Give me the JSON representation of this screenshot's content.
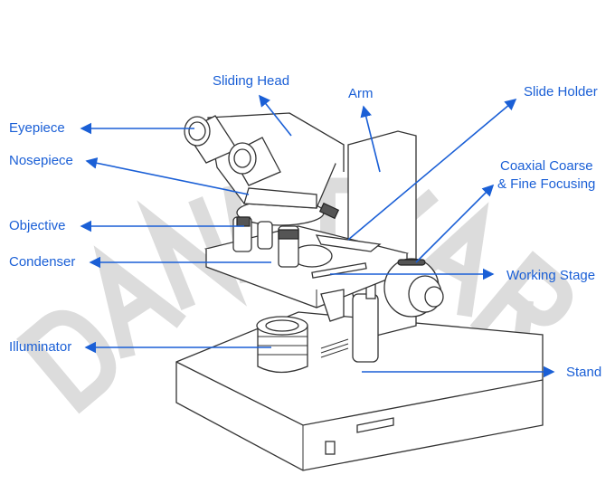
{
  "watermark": "DANDIYAR",
  "labels": {
    "sliding_head": "Sliding Head",
    "arm": "Arm",
    "slide_holder": "Slide Holder",
    "eyepiece": "Eyepiece",
    "nosepiece": "Nosepiece",
    "coaxial_line1": "Coaxial Coarse",
    "coaxial_line2": "& Fine Focusing",
    "objective": "Objective",
    "condenser": "Condenser",
    "working_stage": "Working Stage",
    "illuminator": "Illuminator",
    "stand": "Stand"
  },
  "colors": {
    "label": "#1a5fd6",
    "watermark": "#d9d9d9"
  }
}
